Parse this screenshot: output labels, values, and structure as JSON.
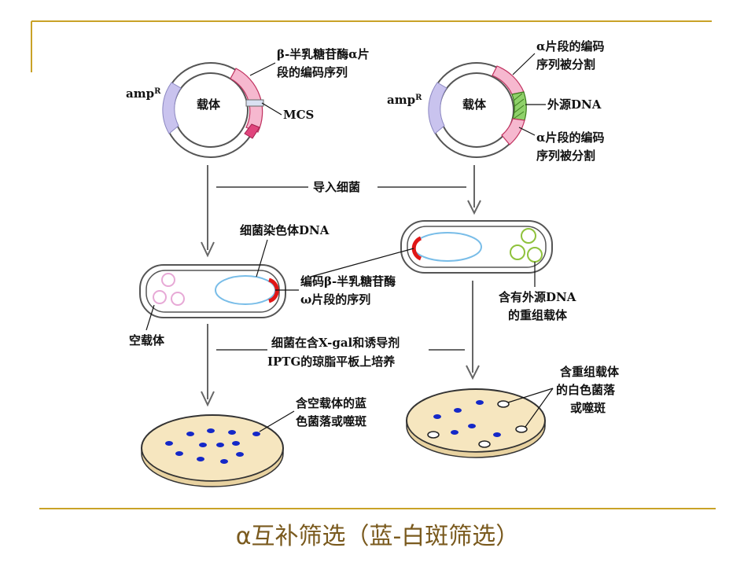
{
  "colors": {
    "frame_gold": "#c9a227",
    "title_brown": "#7a5a1e",
    "ampR_purple": "#c9c3ee",
    "lacZ_pink": "#f6b8cf",
    "lacZ_dark": "#e0457d",
    "foreign_green": "#8fd16a",
    "chromosome_blue": "#79bde8",
    "dna_red": "#e01616",
    "empty_vector_pink": "#e7a9d6",
    "recomb_vector_green": "#8fc23c",
    "plate_fill": "#f6e6bf",
    "colony_blue": "#1428c8"
  },
  "plasmid_left": {
    "label_ampR": "amp",
    "label_ampR_sup": "R",
    "label_vector": "载体",
    "label_lacZ_line1": "β-半乳糖苷酶α片",
    "label_lacZ_line2": "段的编码序列",
    "label_mcs": "MCS"
  },
  "plasmid_right": {
    "label_ampR": "amp",
    "label_ampR_sup": "R",
    "label_vector": "载体",
    "label_split_top_line1": "α片段的编码",
    "label_split_top_line2": "序列被分割",
    "label_foreign": "外源DNA",
    "label_split_bottom_line1": "α片段的编码",
    "label_split_bottom_line2": "序列被分割"
  },
  "steps": {
    "transform": "导入细菌",
    "culture_line1": "细菌在含X-gal和诱导剂",
    "culture_line2": "IPTG的琼脂平板上培养"
  },
  "bacterium_left": {
    "label_chromosome": "细菌染色体DNA",
    "label_omega_line1": "编码β-半乳糖苷酶",
    "label_omega_line2": "ω片段的序列",
    "label_empty_vector": "空载体"
  },
  "bacterium_right": {
    "label_recombinant_line1": "含有外源DNA",
    "label_recombinant_line2": "的重组载体"
  },
  "plate_left": {
    "label_line1": "含空载体的蓝",
    "label_line2": "色菌落或噬斑"
  },
  "plate_right": {
    "label_line1": "含重组载体",
    "label_line2": "的白色菌落",
    "label_line3": "或噬斑"
  },
  "footer": {
    "title": "α互补筛选（蓝-白斑筛选）"
  }
}
